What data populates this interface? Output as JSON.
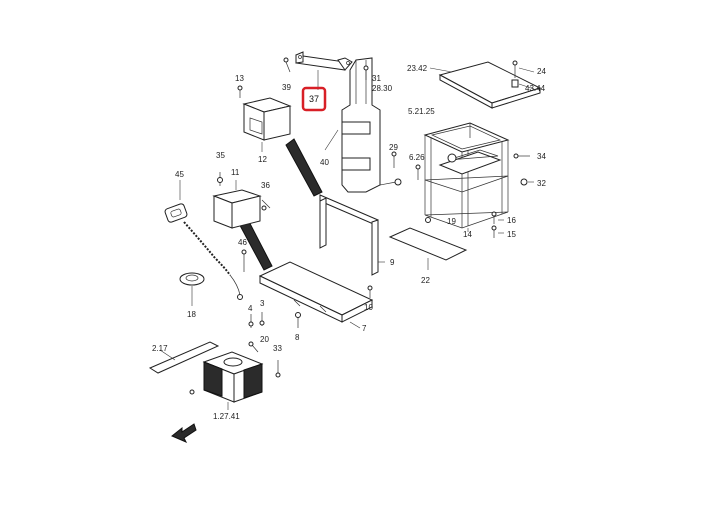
{
  "callouts": [
    {
      "id": "13",
      "text": "13"
    },
    {
      "id": "39",
      "text": "39"
    },
    {
      "id": "37",
      "text": "37"
    },
    {
      "id": "31",
      "text": "31"
    },
    {
      "id": "28.30",
      "text": "28.30"
    },
    {
      "id": "23.42",
      "text": "23.42"
    },
    {
      "id": "24",
      "text": "24"
    },
    {
      "id": "43.44",
      "text": "43.44"
    },
    {
      "id": "5.21.25",
      "text": "5.21.25"
    },
    {
      "id": "12",
      "text": "12"
    },
    {
      "id": "40",
      "text": "40"
    },
    {
      "id": "29",
      "text": "29"
    },
    {
      "id": "6.26",
      "text": "6.26"
    },
    {
      "id": "34",
      "text": "34"
    },
    {
      "id": "32",
      "text": "32"
    },
    {
      "id": "35",
      "text": "35"
    },
    {
      "id": "11",
      "text": "11"
    },
    {
      "id": "36",
      "text": "36"
    },
    {
      "id": "45",
      "text": "45"
    },
    {
      "id": "19",
      "text": "19"
    },
    {
      "id": "14",
      "text": "14"
    },
    {
      "id": "16",
      "text": "16"
    },
    {
      "id": "15",
      "text": "15"
    },
    {
      "id": "46",
      "text": "46"
    },
    {
      "id": "9",
      "text": "9"
    },
    {
      "id": "22",
      "text": "22"
    },
    {
      "id": "18",
      "text": "18"
    },
    {
      "id": "4",
      "text": "4"
    },
    {
      "id": "3",
      "text": "3"
    },
    {
      "id": "10",
      "text": "10"
    },
    {
      "id": "8",
      "text": "8"
    },
    {
      "id": "7",
      "text": "7"
    },
    {
      "id": "2.17",
      "text": "2.17"
    },
    {
      "id": "20",
      "text": "20"
    },
    {
      "id": "33",
      "text": "33"
    },
    {
      "id": "1.27.41",
      "text": "1.27.41"
    }
  ],
  "highlight": {
    "text": "37",
    "color": "#d81f26"
  }
}
